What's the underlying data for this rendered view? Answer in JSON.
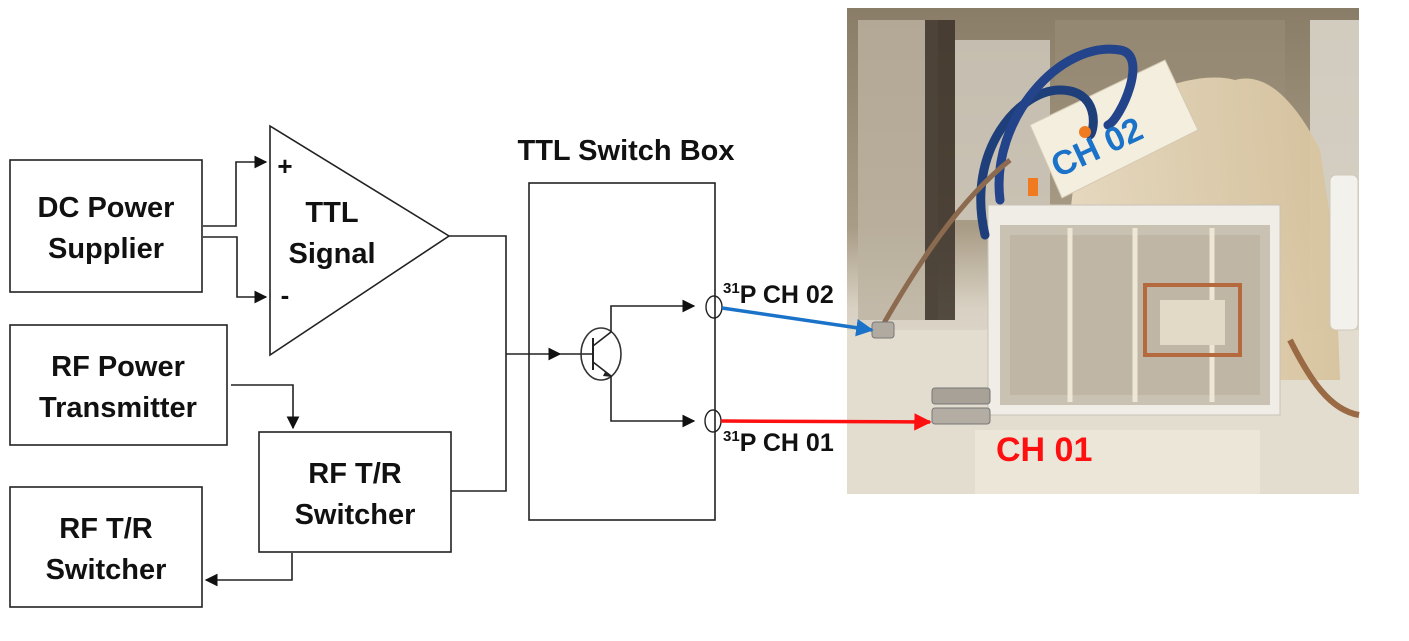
{
  "blocks": {
    "dc_power": {
      "line1": "DC Power",
      "line2": "Supplier"
    },
    "ttl_signal": {
      "line1": "TTL",
      "line2": "Signal",
      "plus": "+",
      "minus": "-"
    },
    "rf_power": {
      "line1": "RF Power",
      "line2": "Transmitter"
    },
    "rf_tr_switcher_main": {
      "line1": "RF T/R",
      "line2": "Switcher"
    },
    "rf_tr_switcher_out": {
      "line1": "RF T/R",
      "line2": "Switcher"
    },
    "ttl_switch_box": {
      "title": "TTL Switch Box"
    }
  },
  "ports": {
    "ch02": {
      "superscript": "31",
      "label": "P CH 02"
    },
    "ch01": {
      "superscript": "31",
      "label": "P CH 01"
    }
  },
  "photo": {
    "description": "Photo of dual-channel 31P RF coil with head phantom",
    "ch02_label": "CH 02",
    "ch01_label": "CH 01"
  },
  "colors": {
    "ch02": "#1a73c8",
    "ch01": "#ff1010"
  }
}
